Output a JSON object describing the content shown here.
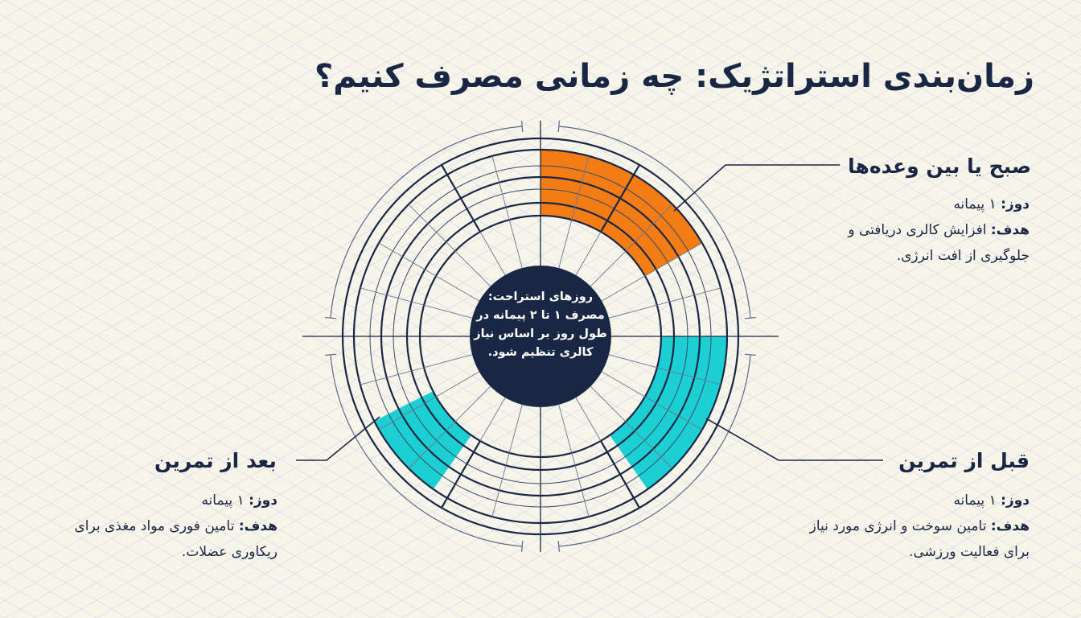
{
  "title": "زمان‌بندی استراتژیک: چه زمانی مصرف کنیم؟",
  "center": {
    "lines": [
      "روزهای استراحت:",
      "مصرف ۱ تا ۲ پیمانه در",
      "طول روز بر اساس نیاز",
      "کالری تنظیم شود."
    ]
  },
  "sections": {
    "morning": {
      "heading": "صبح یا بین وعده‌ها",
      "dose_key": "دوز:",
      "dose_value": "۱ پیمانه",
      "goal_key": "هدف:",
      "goal_line1": "افزایش کالری دریافتی و",
      "goal_line2": "جلوگیری از افت انرژی.",
      "color": "#f47c14"
    },
    "pre_workout": {
      "heading": "قبل از تمرین",
      "dose_key": "دوز:",
      "dose_value": "۱ پیمانه",
      "goal_key": "هدف:",
      "goal_line1": "تامین سوخت و انرژی مورد نیاز",
      "goal_line2": "برای فعالیت ورزشی.",
      "color": "#1ccfd3"
    },
    "post_workout": {
      "heading": "بعد از تمرین",
      "dose_key": "دوز:",
      "dose_value": "۱ پیمانه",
      "goal_key": "هدف:",
      "goal_line1": "تامین فوری مواد مغذی برای",
      "goal_line2": "ریکاوری عضلات.",
      "color": "#1ccfd3"
    }
  },
  "colors": {
    "navy": "#1a2744",
    "background": "#f7f4ea",
    "orange": "#f47c14",
    "teal": "#1ccfd3"
  }
}
